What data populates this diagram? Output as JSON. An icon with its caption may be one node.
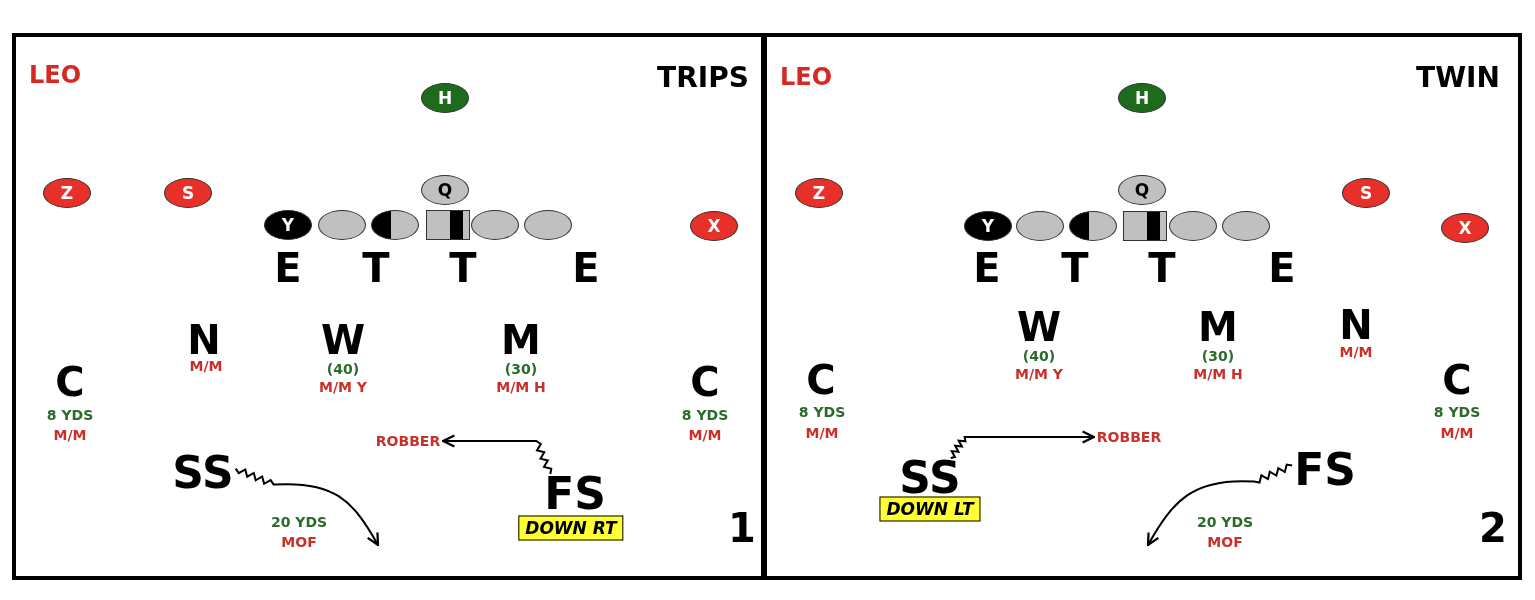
{
  "diagram": {
    "nodes": [
      {
        "text": [
          "TRIPS"
        ]
      },
      {
        "text": [
          "H"
        ],
        "in": 0
      },
      {
        "text": [
          "Z"
        ],
        "in": 0
      },
      {
        "text": [
          "S"
        ],
        "in": 0
      },
      {
        "text": [
          "Q"
        ],
        "in": 0
      },
      {
        "text": [
          "Y"
        ],
        "in": 0
      },
      {
        "text": [],
        "shape": "ellipse",
        "in": 0
      },
      {
        "text": [],
        "shape": "ellipse",
        "in": 0
      },
      {
        "text": [],
        "shape": "box",
        "in": 0
      },
      {
        "text": [],
        "shape": "ellipse",
        "in": 0
      },
      {
        "text": [],
        "shape": "ellipse",
        "in": 0
      },
      {
        "text": [
          "X"
        ],
        "in": 0
      },
      {
        "text": [
          "ROBBER"
        ],
        "in": 0
      },
      {
        "text": [
          "SS"
        ],
        "in": 0
      },
      {
        "text": [
          "FS"
        ],
        "in": 0
      },
      {
        "text": [
          "DOWN RT"
        ],
        "in": 0
      },
      {
        "text": [
          "TWIN"
        ]
      },
      {
        "text": [
          "H"
        ],
        "in": 16
      },
      {
        "text": [
          "Z"
        ],
        "in": 16
      },
      {
        "text": [
          "Q"
        ],
        "in": 16
      },
      {
        "text": [
          "S"
        ],
        "in": 16
      },
      {
        "text": [
          "Y"
        ],
        "in": 16
      },
      {
        "text": [],
        "shape": "ellipse",
        "in": 16
      },
      {
        "text": [],
        "shape": "ellipse",
        "in": 16
      },
      {
        "text": [],
        "shape": "box",
        "in": 16
      },
      {
        "text": [],
        "shape": "ellipse",
        "in": 16
      },
      {
        "text": [],
        "shape": "ellipse",
        "in": 16
      },
      {
        "text": [
          "X"
        ],
        "in": 16
      },
      {
        "text": [
          "ROBBER"
        ],
        "in": 16
      },
      {
        "text": [
          "FS"
        ],
        "in": 16
      },
      {
        "text": [
          "SS"
        ],
        "in": 16
      },
      {
        "text": [
          "DOWN LT"
        ],
        "in": 16
      }
    ],
    "edges": [
      {
        "from": 14,
        "to": 12,
        "arrow": "to"
      },
      {
        "from": 13,
        "to": null,
        "arrow": "to"
      },
      {
        "from": 30,
        "to": 28,
        "arrow": "to"
      },
      {
        "from": 29,
        "to": null,
        "arrow": "to"
      }
    ],
    "labels": [
      "LEO",
      "E",
      "T",
      "T",
      "E",
      "N",
      "M/M",
      "W",
      "(40)",
      "M/M Y",
      "M",
      "(30)",
      "M/M H",
      "C",
      "8 YDS",
      "M/M",
      "C",
      "8 YDS",
      "M/M",
      "20 YDS",
      "MOF",
      "1",
      "LEO",
      "E",
      "T",
      "T",
      "E",
      "W",
      "(40)",
      "M/M Y",
      "M",
      "(30)",
      "M/M H",
      "N",
      "M/M",
      "C",
      "8 YDS",
      "M/M",
      "C",
      "8 YDS",
      "M/M",
      "20 YDS",
      "MOF",
      "2"
    ]
  }
}
